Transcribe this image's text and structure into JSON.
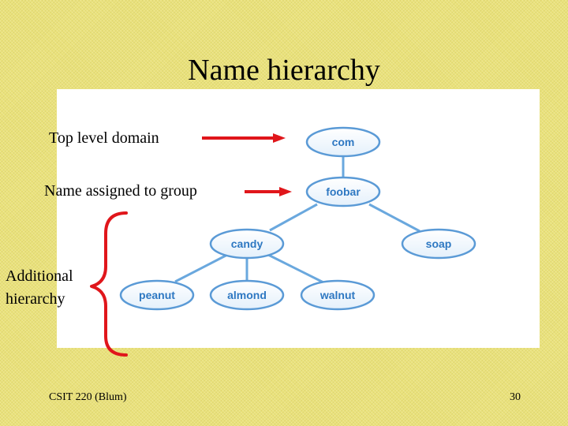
{
  "slide": {
    "title": "Name hierarchy",
    "footer_left": "CSIT 220 (Blum)",
    "page_number": "30"
  },
  "annotations": {
    "top_level_domain": "Top level domain",
    "name_assigned": "Name assigned to group",
    "additional_line1": "Additional",
    "additional_line2": "hierarchy"
  },
  "tree": {
    "com": "com",
    "foobar": "foobar",
    "candy": "candy",
    "soap": "soap",
    "peanut": "peanut",
    "almond": "almond",
    "walnut": "walnut"
  },
  "colors": {
    "background": "#eae27a",
    "node_fill": "#ffffff",
    "node_stroke": "#5a9ad6",
    "node_text": "#2e78c2",
    "edge": "#6aa8de",
    "arrow": "#e0161b"
  }
}
